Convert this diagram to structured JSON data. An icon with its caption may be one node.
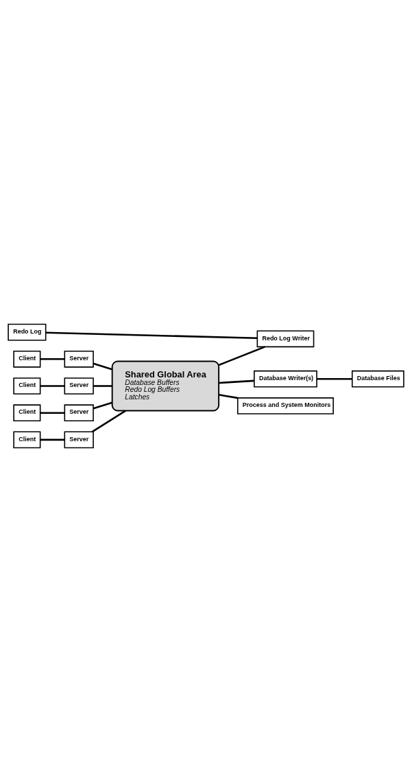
{
  "diagram": {
    "nodes": [
      {
        "text": [
          "Client"
        ]
      },
      {
        "text": [
          "Client"
        ]
      },
      {
        "text": [
          "Client"
        ]
      },
      {
        "text": [
          "Client"
        ]
      },
      {
        "text": [
          "Server"
        ]
      },
      {
        "text": [
          "Server"
        ]
      },
      {
        "text": [
          "Server"
        ]
      },
      {
        "text": [
          "Server"
        ]
      },
      {
        "text": [
          "Shared Global Area",
          "Database Buffers",
          "Redo Log Buffers",
          "Latches"
        ]
      },
      {
        "text": [
          "Redo Log Writer"
        ]
      },
      {
        "text": [
          "Process and System Monitors"
        ]
      },
      {
        "text": [
          "Database Writer(s)"
        ]
      },
      {
        "text": [
          "Redo Log"
        ]
      },
      {
        "text": [
          "Database Files"
        ]
      }
    ],
    "edges": [
      {
        "from": 0,
        "to": 4,
        "arrow": "none"
      },
      {
        "from": 1,
        "to": 5,
        "arrow": "none"
      },
      {
        "from": 2,
        "to": 6,
        "arrow": "none"
      },
      {
        "from": 3,
        "to": 7,
        "arrow": "none"
      },
      {
        "from": 4,
        "to": 8,
        "arrow": "none"
      },
      {
        "from": 5,
        "to": 8,
        "arrow": "none"
      },
      {
        "from": 6,
        "to": 8,
        "arrow": "none"
      },
      {
        "from": 7,
        "to": 8,
        "arrow": "none"
      },
      {
        "from": 8,
        "to": 9,
        "arrow": "none"
      },
      {
        "from": 8,
        "to": 10,
        "arrow": "none"
      },
      {
        "from": 8,
        "to": 11,
        "arrow": "none"
      },
      {
        "from": 12,
        "to": 9,
        "arrow": "none"
      },
      {
        "from": 11,
        "to": 13,
        "arrow": "none"
      }
    ]
  }
}
